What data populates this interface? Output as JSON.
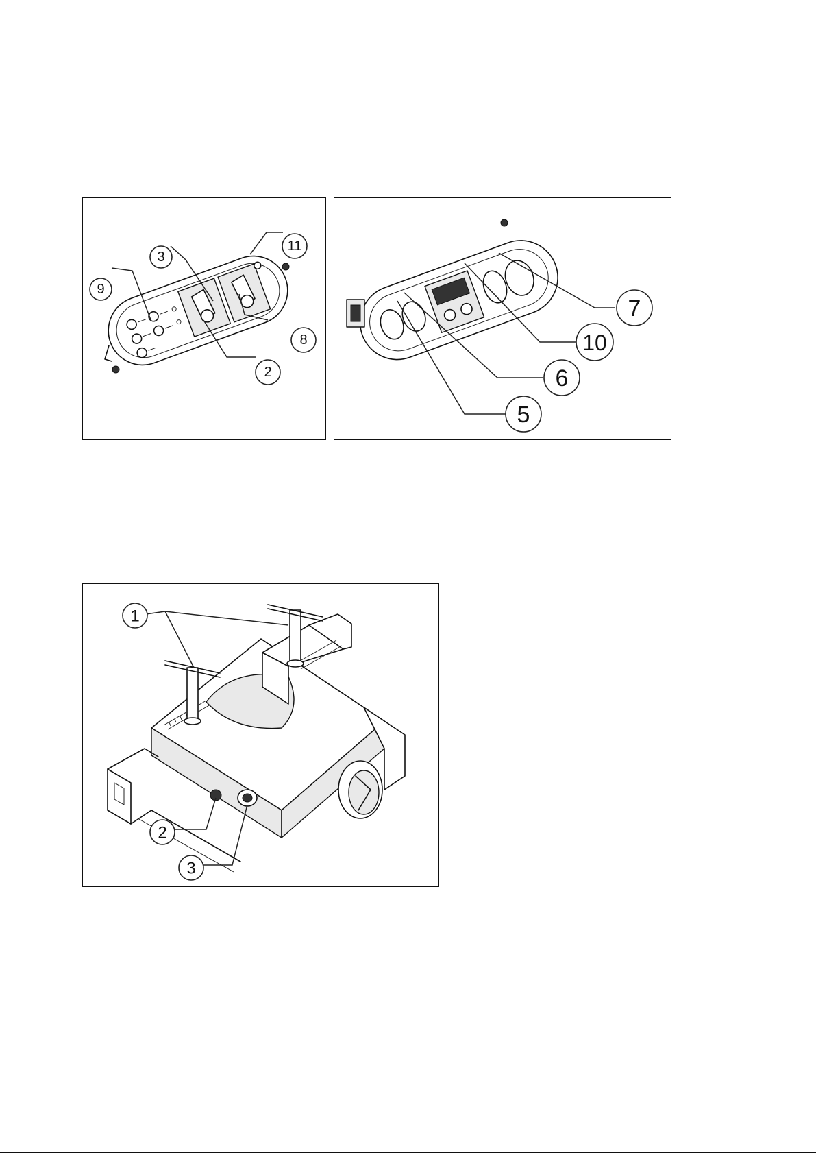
{
  "figures": {
    "fig1": {
      "callouts": {
        "c3": "3",
        "c11": "11",
        "c9": "9",
        "c8": "8",
        "c2": "2"
      }
    },
    "fig2": {
      "callouts": {
        "c7": "7",
        "c10": "10",
        "c6": "6",
        "c5": "5"
      }
    },
    "fig3": {
      "callouts": {
        "c1": "1",
        "c2": "2",
        "c3": "3"
      }
    }
  },
  "icons": {
    "panel_left": "control-panel-with-switches-icon",
    "panel_right": "control-panel-with-display-icon",
    "machine": "cutting-machine-with-t-handles-icon"
  }
}
